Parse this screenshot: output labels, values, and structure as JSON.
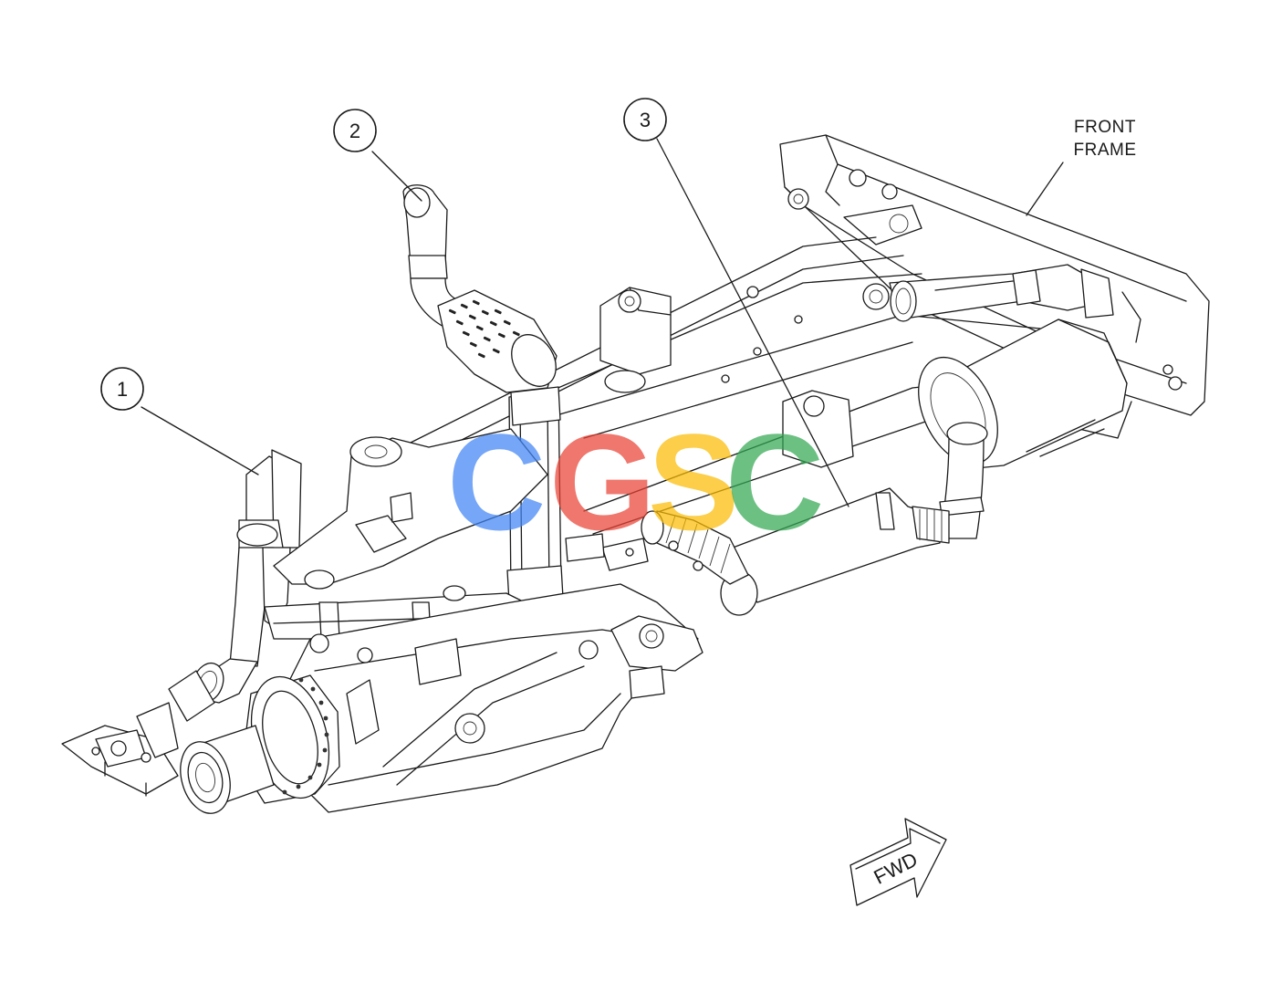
{
  "diagram": {
    "callouts": [
      {
        "id": "1",
        "label": "1"
      },
      {
        "id": "2",
        "label": "2"
      },
      {
        "id": "3",
        "label": "3"
      }
    ],
    "frame_label_line1": "FRONT",
    "frame_label_line2": "FRAME",
    "direction_arrow_label": "FWD",
    "watermark": {
      "letters": [
        "C",
        "G",
        "S",
        "C"
      ],
      "colors": [
        "#4285F4",
        "#EA4335",
        "#FBBC05",
        "#34A853"
      ]
    }
  }
}
